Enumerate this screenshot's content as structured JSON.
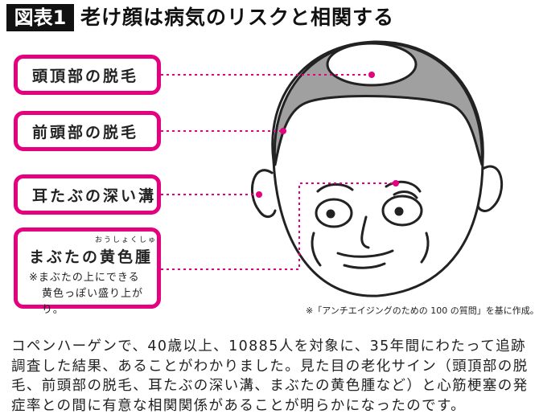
{
  "header": {
    "badge": "図表1",
    "title": "老け顔は病気のリスクと相関する"
  },
  "labels": [
    {
      "text": "頭頂部の脱毛"
    },
    {
      "text": "前頭部の脱毛"
    },
    {
      "text": "耳たぶの深い溝"
    },
    {
      "text": "まぶたの黄色腫",
      "ruby": "おうしょくしゅ",
      "note_line1": "※まぶたの上にできる",
      "note_line2": "黄色っぽい盛り上がり。"
    }
  ],
  "source": "※「アンチエイジングのための 100 の質問」を基に作成。",
  "body": "コペンハーゲンで、40歳以上、10885人を対象に、35年間にわたって追跡調査した結果、あることがわかりました。見た目の老化サイン（頭頂部の脱毛、前頭部の脱毛、耳たぶの深い溝、まぶたの黄色腫など）と心筋梗塞の発症率との間に有意な相関関係があることが明らかになったのです。",
  "colors": {
    "accent": "#e4007f",
    "hair": "#a0a0a0",
    "badge_bg": "#111111"
  }
}
